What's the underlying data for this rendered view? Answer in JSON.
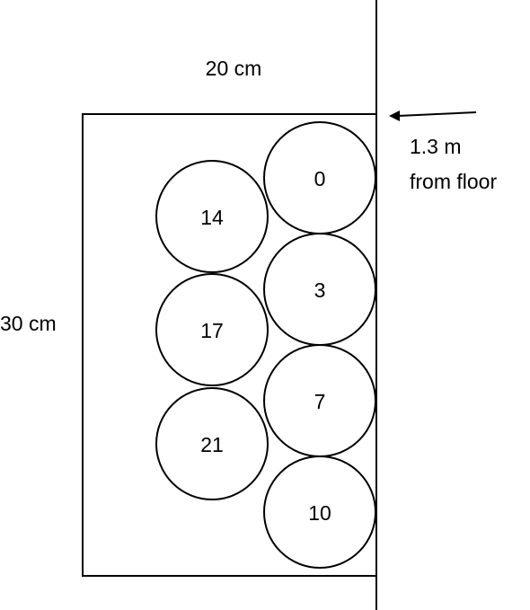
{
  "labels": {
    "width": "20 cm",
    "height": "30 cm",
    "height_above_floor_line1": "1.3 m",
    "height_above_floor_line2": "from floor"
  },
  "circles": [
    {
      "label": "0"
    },
    {
      "label": "3"
    },
    {
      "label": "7"
    },
    {
      "label": "10"
    },
    {
      "label": "14"
    },
    {
      "label": "17"
    },
    {
      "label": "21"
    }
  ]
}
